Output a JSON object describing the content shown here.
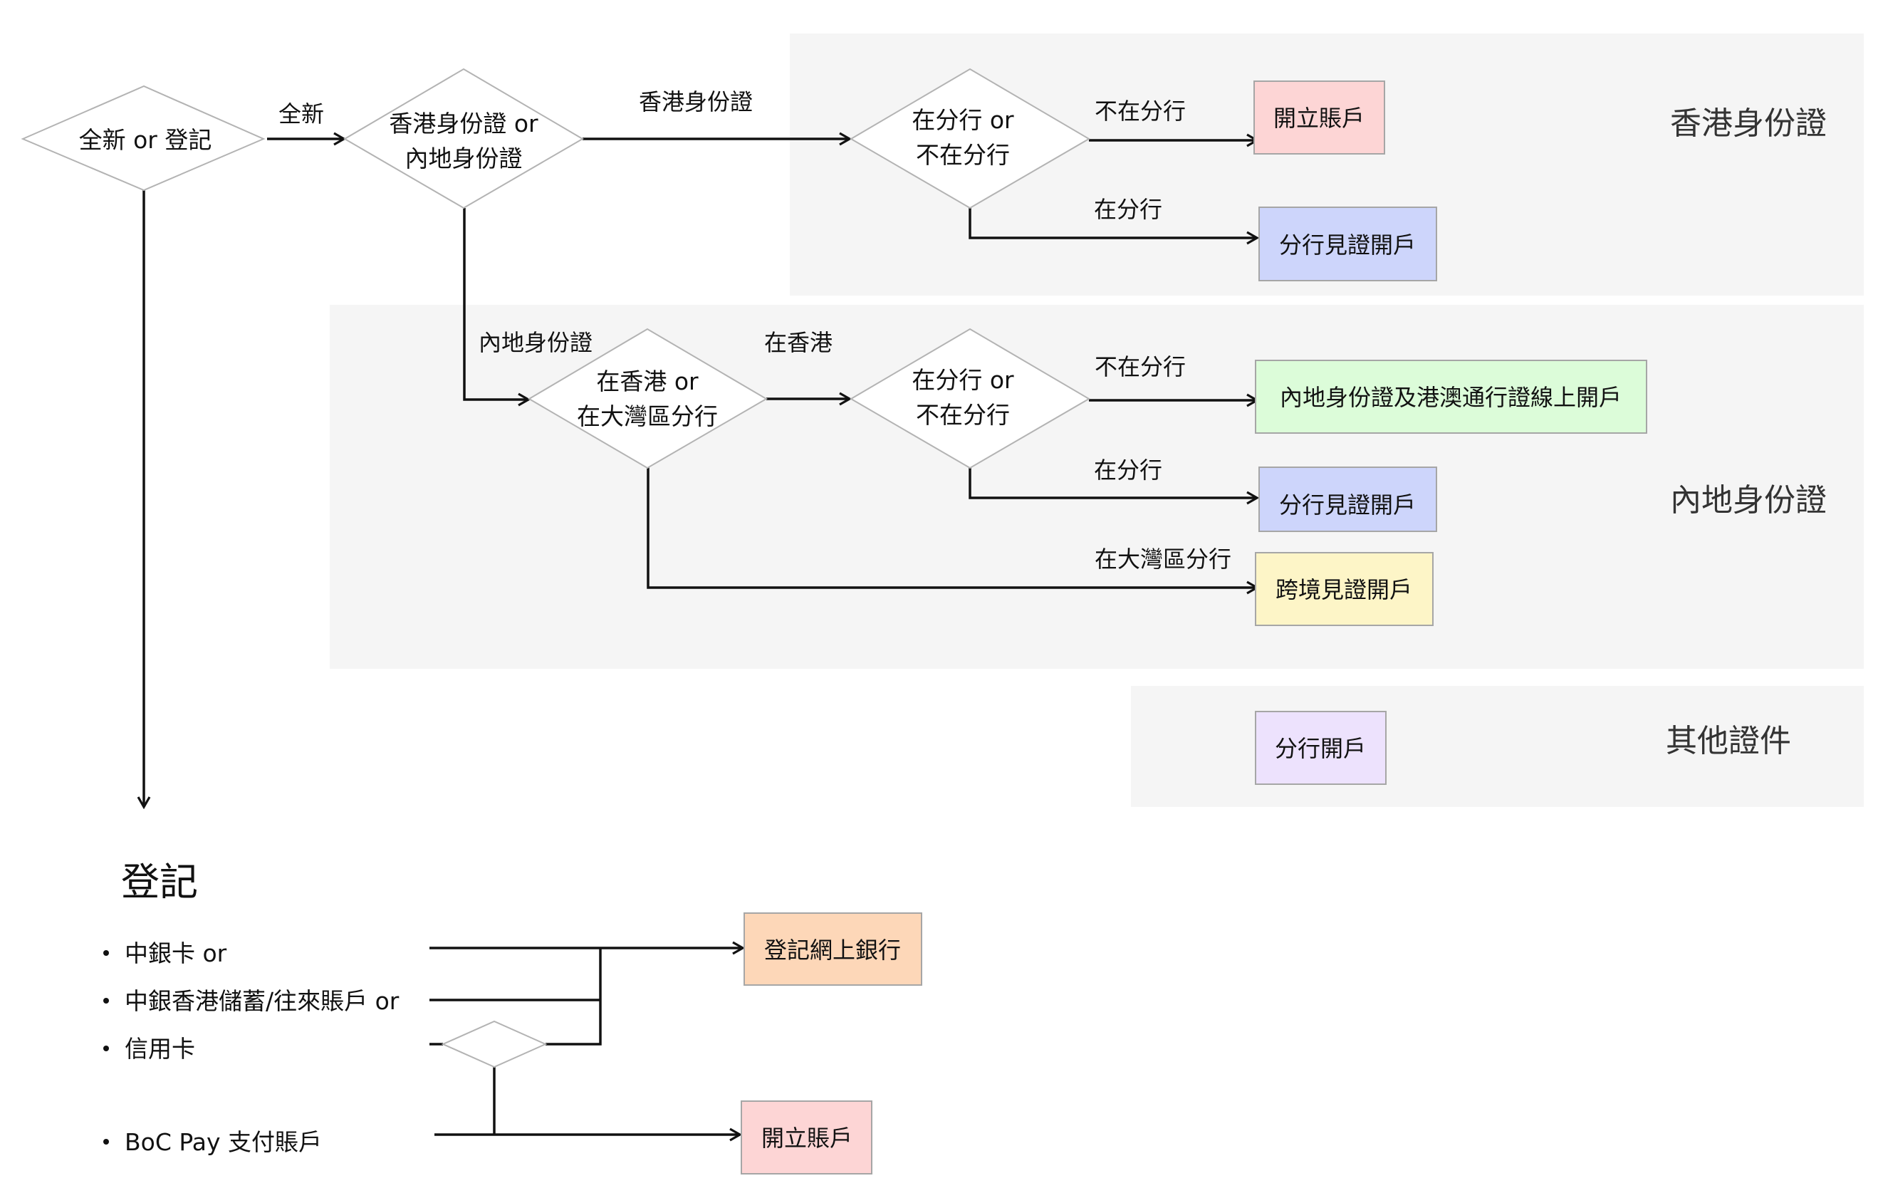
{
  "regions": {
    "hkid": "香港身份證",
    "mainland": "內地身份證",
    "other": "其他證件"
  },
  "decisions": {
    "new_or_register": "全新 or 登記",
    "id_type": [
      "香港身份證 or",
      "內地身份證"
    ],
    "hk_branch": [
      "在分行 or",
      "不在分行"
    ],
    "location": [
      "在香港 or",
      "在大灣區分行"
    ],
    "ml_branch": [
      "在分行 or",
      "不在分行"
    ]
  },
  "edge_labels": {
    "new": "全新",
    "hkid": "香港身份證",
    "hk_not_branch": "不在分行",
    "hk_at_branch": "在分行",
    "mainland_id": "內地身份證",
    "in_hk": "在香港",
    "ml_not_branch": "不在分行",
    "ml_at_branch": "在分行",
    "gba_branch": "在大灣區分行"
  },
  "outcomes": {
    "hk_open": "開立賬戶",
    "hk_branch_open": "分行見證開戶",
    "ml_online_open": "內地身份證及港澳通行證線上開戶",
    "ml_branch_open": "分行見證開戶",
    "cross_border_open": "跨境見證開戶",
    "other_branch_open": "分行開戶",
    "register_online": "登記網上銀行",
    "register_open": "開立賬戶"
  },
  "register": {
    "title": "登記",
    "items": [
      "中銀卡 or",
      "中銀香港儲蓄/往來賬戶 or",
      "信用卡",
      "BoC Pay 支付賬戶"
    ]
  },
  "colors": {
    "region_bg": "#f5f5f5",
    "pink": "#fdd5d5",
    "blue": "#cdd5fb",
    "green": "#dcfcd9",
    "yellow": "#fdf5c7",
    "purple": "#ede2fd",
    "orange": "#fdd7b8"
  }
}
